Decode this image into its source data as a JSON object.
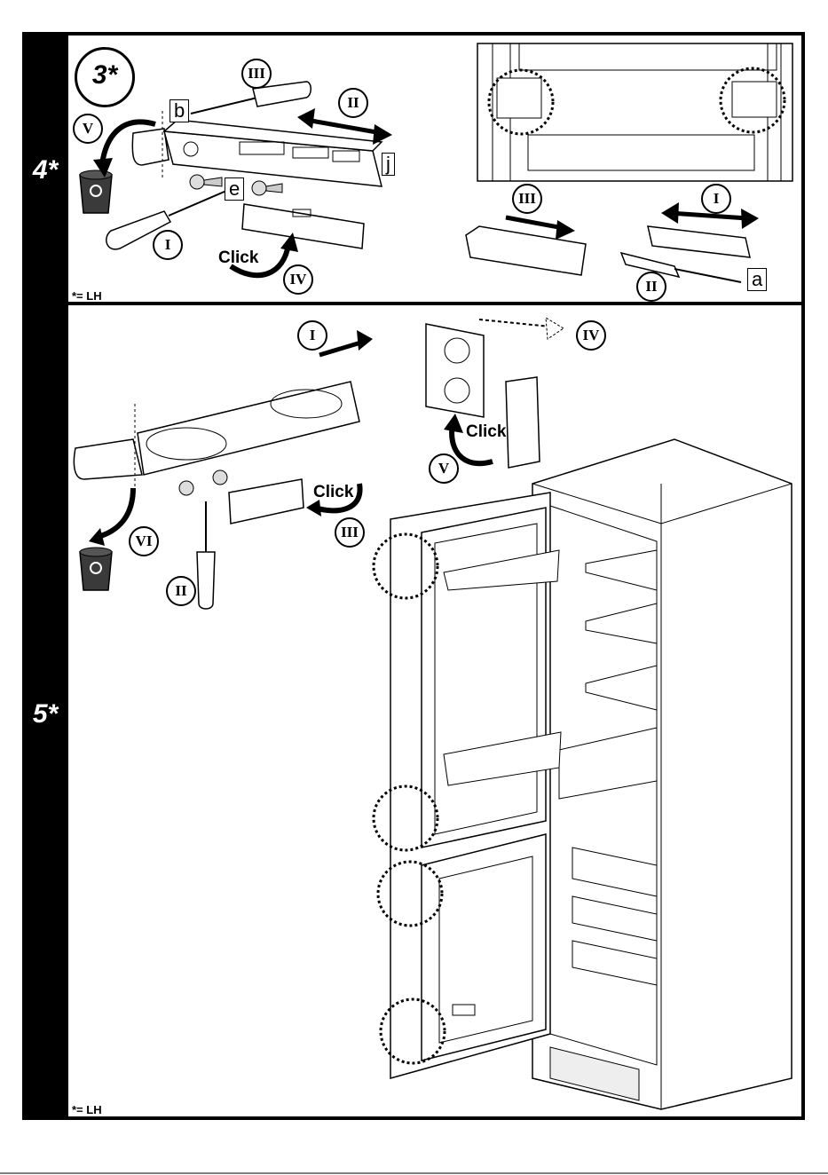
{
  "steps": {
    "step4": {
      "number": "4*",
      "inset_badge": "3*",
      "footnote": "*= LH",
      "letters": {
        "b": "b",
        "e": "e",
        "j": "j",
        "a": "a"
      },
      "click_label": "Click",
      "numerals": {
        "i": "I",
        "ii": "II",
        "iii": "III",
        "iv": "IV",
        "v": "V"
      }
    },
    "step5": {
      "number": "5*",
      "footnote": "*= LH",
      "click_label": "Click",
      "numerals": {
        "i": "I",
        "ii": "II",
        "iii": "III",
        "iv": "IV",
        "v": "V",
        "vi": "VI"
      }
    }
  },
  "icons": [
    "screwdriver-icon",
    "recycle-bin-icon",
    "screw-icon",
    "hinge-cover-icon",
    "refrigerator-icon"
  ],
  "colors": {
    "frame": "#000000",
    "background": "#ffffff",
    "bin": "#3a3a3a"
  }
}
